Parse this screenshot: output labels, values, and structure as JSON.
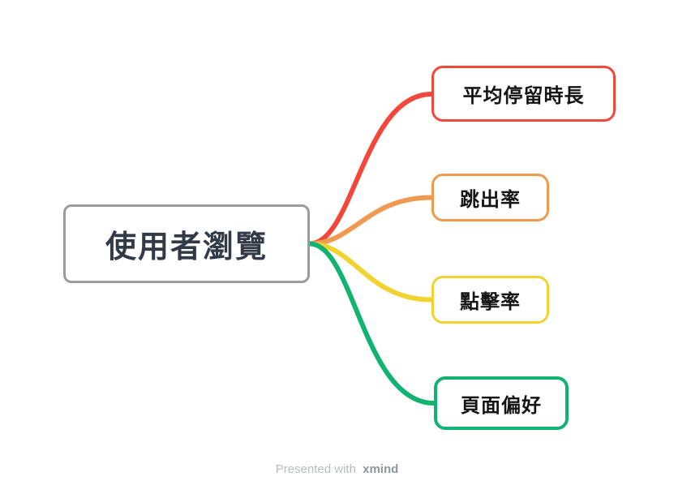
{
  "canvas": {
    "background": "#ffffff"
  },
  "root_node": {
    "label": "使用者瀏覽",
    "border_color": "#9b9b9b",
    "text_color": "#333a47"
  },
  "branches": [
    {
      "label": "平均停留時長",
      "color": "#f2473a"
    },
    {
      "label": "跳出率",
      "color": "#ef9a50"
    },
    {
      "label": "點擊率",
      "color": "#f2d22e"
    },
    {
      "label": "頁面偏好",
      "color": "#12b273"
    }
  ],
  "footer": {
    "prefix": "Presented with",
    "brand": "xmind"
  }
}
